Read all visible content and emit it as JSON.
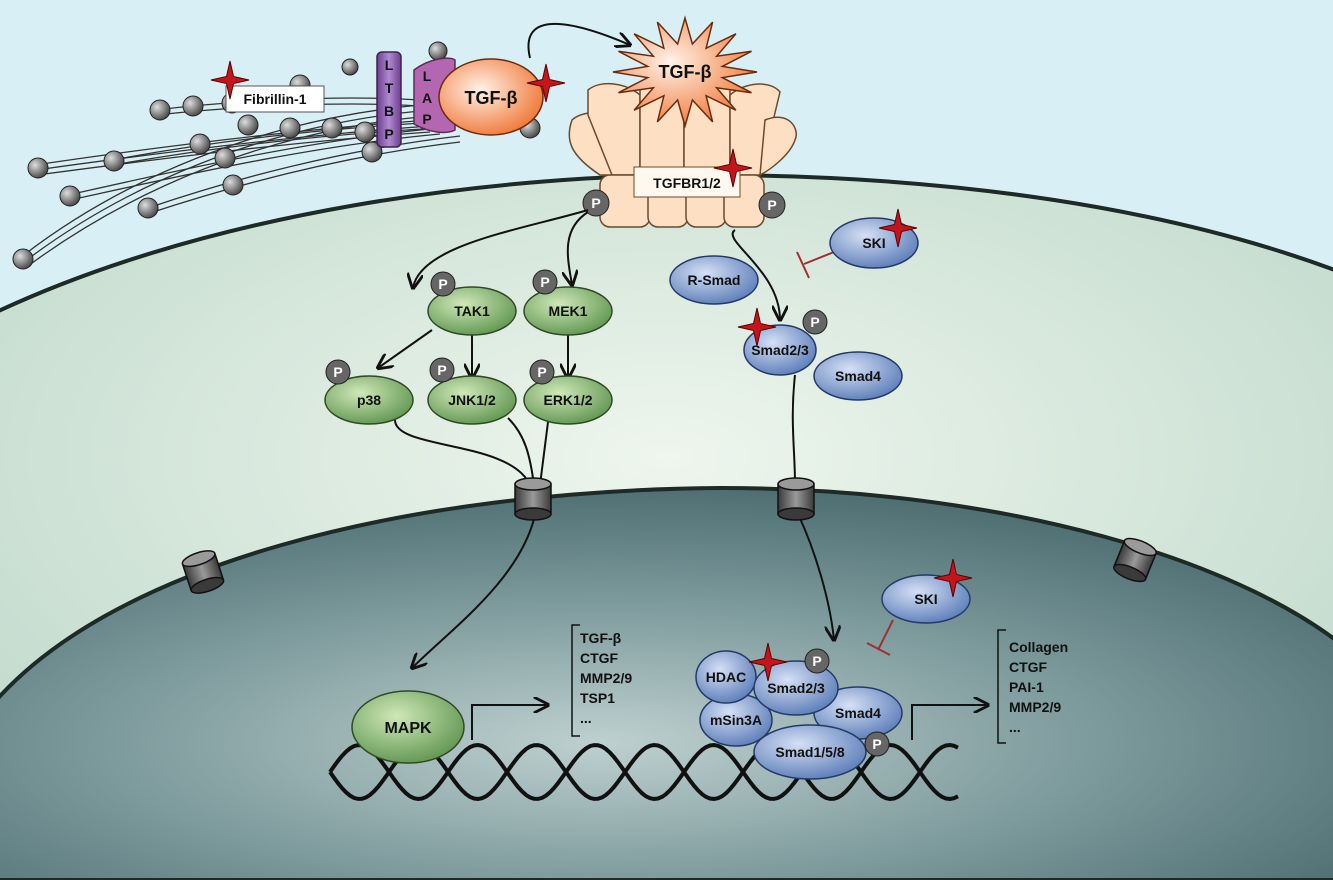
{
  "extracellular": {
    "fibrillin_label": "Fibrillin-1",
    "ltbp_letters": [
      "L",
      "T",
      "B",
      "P"
    ],
    "lap_letters": [
      "L",
      "A",
      "P"
    ],
    "latent_tgfb_label": "TGF-β",
    "active_tgfb_label": "TGF-β",
    "receptor_label": "TGFBR1/2"
  },
  "phospho_label": "P",
  "mapk_branch": {
    "tak1": "TAK1",
    "mek1": "MEK1",
    "p38": "p38",
    "jnk": "JNK1/2",
    "erk": "ERK1/2",
    "mapk": "MAPK",
    "target_genes": [
      "TGF-β",
      "CTGF",
      "MMP2/9",
      "TSP1",
      "..."
    ]
  },
  "smad_branch": {
    "rsmad": "R-Smad",
    "ski_cytoplasm": "SKI",
    "smad23": "Smad2/3",
    "smad4": "Smad4",
    "ski_nucleus": "SKI",
    "hdac": "HDAC",
    "nuc_smad23": "Smad2/3",
    "nuc_smad4": "Smad4",
    "msin3a": "mSin3A",
    "smad158": "Smad1/5/8",
    "target_genes": [
      "Collagen",
      "CTGF",
      "PAI-1",
      "MMP2/9",
      "..."
    ]
  },
  "colors": {
    "extracellular": "#d8f0f5",
    "cytoplasm": "#cfe3d8",
    "nucleus": "#4f6f73",
    "green_protein": "#6fa35a",
    "blue_protein": "#6a8cc4",
    "tgfb_orange": "#f07a3a",
    "receptor": "#fde0c4",
    "mutation_star": "#c4141c",
    "ltbp": "#8a5ba8",
    "lap": "#b466b0"
  }
}
